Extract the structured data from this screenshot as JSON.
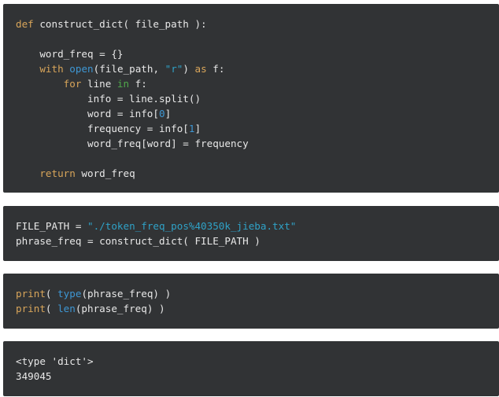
{
  "cells": [
    {
      "lines": [
        [
          {
            "t": "def",
            "c": "kw"
          },
          {
            "t": " construct_dict( file_path ):"
          }
        ],
        [],
        [
          {
            "t": "    word_freq = {}"
          }
        ],
        [
          {
            "t": "    "
          },
          {
            "t": "with",
            "c": "kw"
          },
          {
            "t": " "
          },
          {
            "t": "open",
            "c": "bi"
          },
          {
            "t": "(file_path, "
          },
          {
            "t": "\"r\"",
            "c": "str"
          },
          {
            "t": ") "
          },
          {
            "t": "as",
            "c": "kw"
          },
          {
            "t": " f:"
          }
        ],
        [
          {
            "t": "        "
          },
          {
            "t": "for",
            "c": "kw"
          },
          {
            "t": " line "
          },
          {
            "t": "in",
            "c": "in"
          },
          {
            "t": " f:"
          }
        ],
        [
          {
            "t": "            info = line.split()"
          }
        ],
        [
          {
            "t": "            word = info["
          },
          {
            "t": "0",
            "c": "num"
          },
          {
            "t": "]"
          }
        ],
        [
          {
            "t": "            frequency = info["
          },
          {
            "t": "1",
            "c": "num"
          },
          {
            "t": "]"
          }
        ],
        [
          {
            "t": "            word_freq[word] = frequency"
          }
        ],
        [],
        [
          {
            "t": "    "
          },
          {
            "t": "return",
            "c": "kw"
          },
          {
            "t": " word_freq"
          }
        ]
      ]
    },
    {
      "lines": [
        [
          {
            "t": "FILE_PATH = "
          },
          {
            "t": "\"./token_freq_pos%40350k_jieba.txt\"",
            "c": "str"
          }
        ],
        [
          {
            "t": "phrase_freq = construct_dict( FILE_PATH )"
          }
        ]
      ]
    },
    {
      "lines": [
        [
          {
            "t": "print",
            "c": "kw"
          },
          {
            "t": "( "
          },
          {
            "t": "type",
            "c": "bi"
          },
          {
            "t": "(phrase_freq) )"
          }
        ],
        [
          {
            "t": "print",
            "c": "kw"
          },
          {
            "t": "( "
          },
          {
            "t": "len",
            "c": "bi"
          },
          {
            "t": "(phrase_freq) )"
          }
        ]
      ]
    },
    {
      "lines": [
        [
          {
            "t": "<type 'dict'>"
          }
        ],
        [
          {
            "t": "349045"
          }
        ]
      ]
    }
  ]
}
